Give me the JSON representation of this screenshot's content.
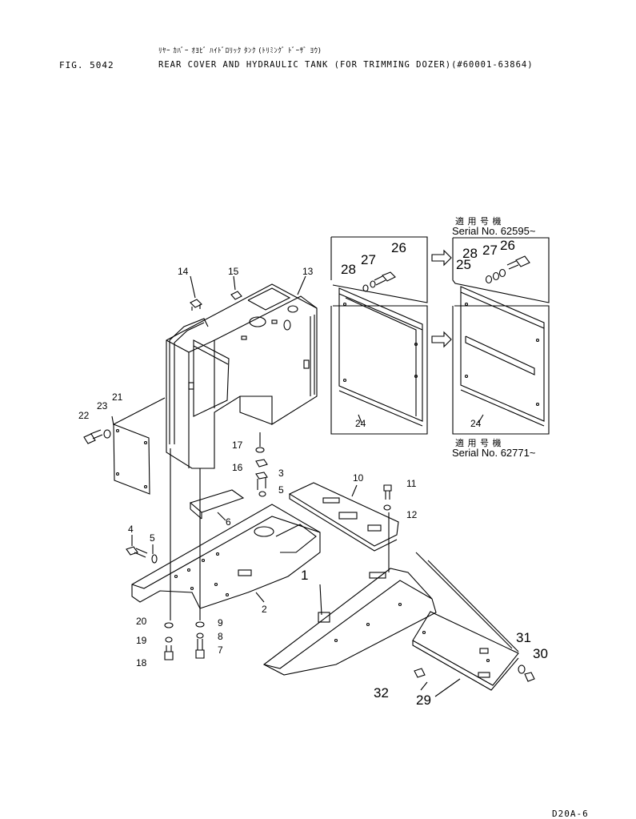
{
  "header": {
    "fig_label": "FIG. 5042",
    "title_jp": "ﾘﾔｰ ｶﾊﾞｰ ｵﾖﾋﾞ ﾊｲﾄﾞﾛﾘｯｸ ﾀﾝｸ (ﾄﾘﾐﾝｸﾞ ﾄﾞｰｻﾞ ﾖｳ)",
    "title_en": "REAR COVER AND HYDRAULIC TANK (FOR TRIMMING DOZER)(#60001-63864)"
  },
  "serial_notes": {
    "upper_jp": "適 用 号 機",
    "upper_serial": "Serial No. 62595~",
    "lower_jp": "適 用 号 機",
    "lower_serial": "Serial No. 62771~"
  },
  "callouts": {
    "c14": "14",
    "c15": "15",
    "c13": "13",
    "c28a": "28",
    "c27a": "27",
    "c26a": "26",
    "c28b": "28",
    "c27b": "27",
    "c26b": "26",
    "c25": "25",
    "c24a": "24",
    "c24b": "24",
    "c21": "21",
    "c22": "22",
    "c23": "23",
    "c17": "17",
    "c16": "16",
    "c3": "3",
    "c5a": "5",
    "c10": "10",
    "c11": "11",
    "c12": "12",
    "c6": "6",
    "c4": "4",
    "c5b": "5",
    "c1": "1",
    "c2": "2",
    "c20": "20",
    "c19": "19",
    "c18": "18",
    "c9": "9",
    "c8": "8",
    "c7": "7",
    "c31": "31",
    "c30": "30",
    "c32": "32",
    "c29": "29"
  },
  "footer": {
    "page_code": "D20A-6"
  }
}
